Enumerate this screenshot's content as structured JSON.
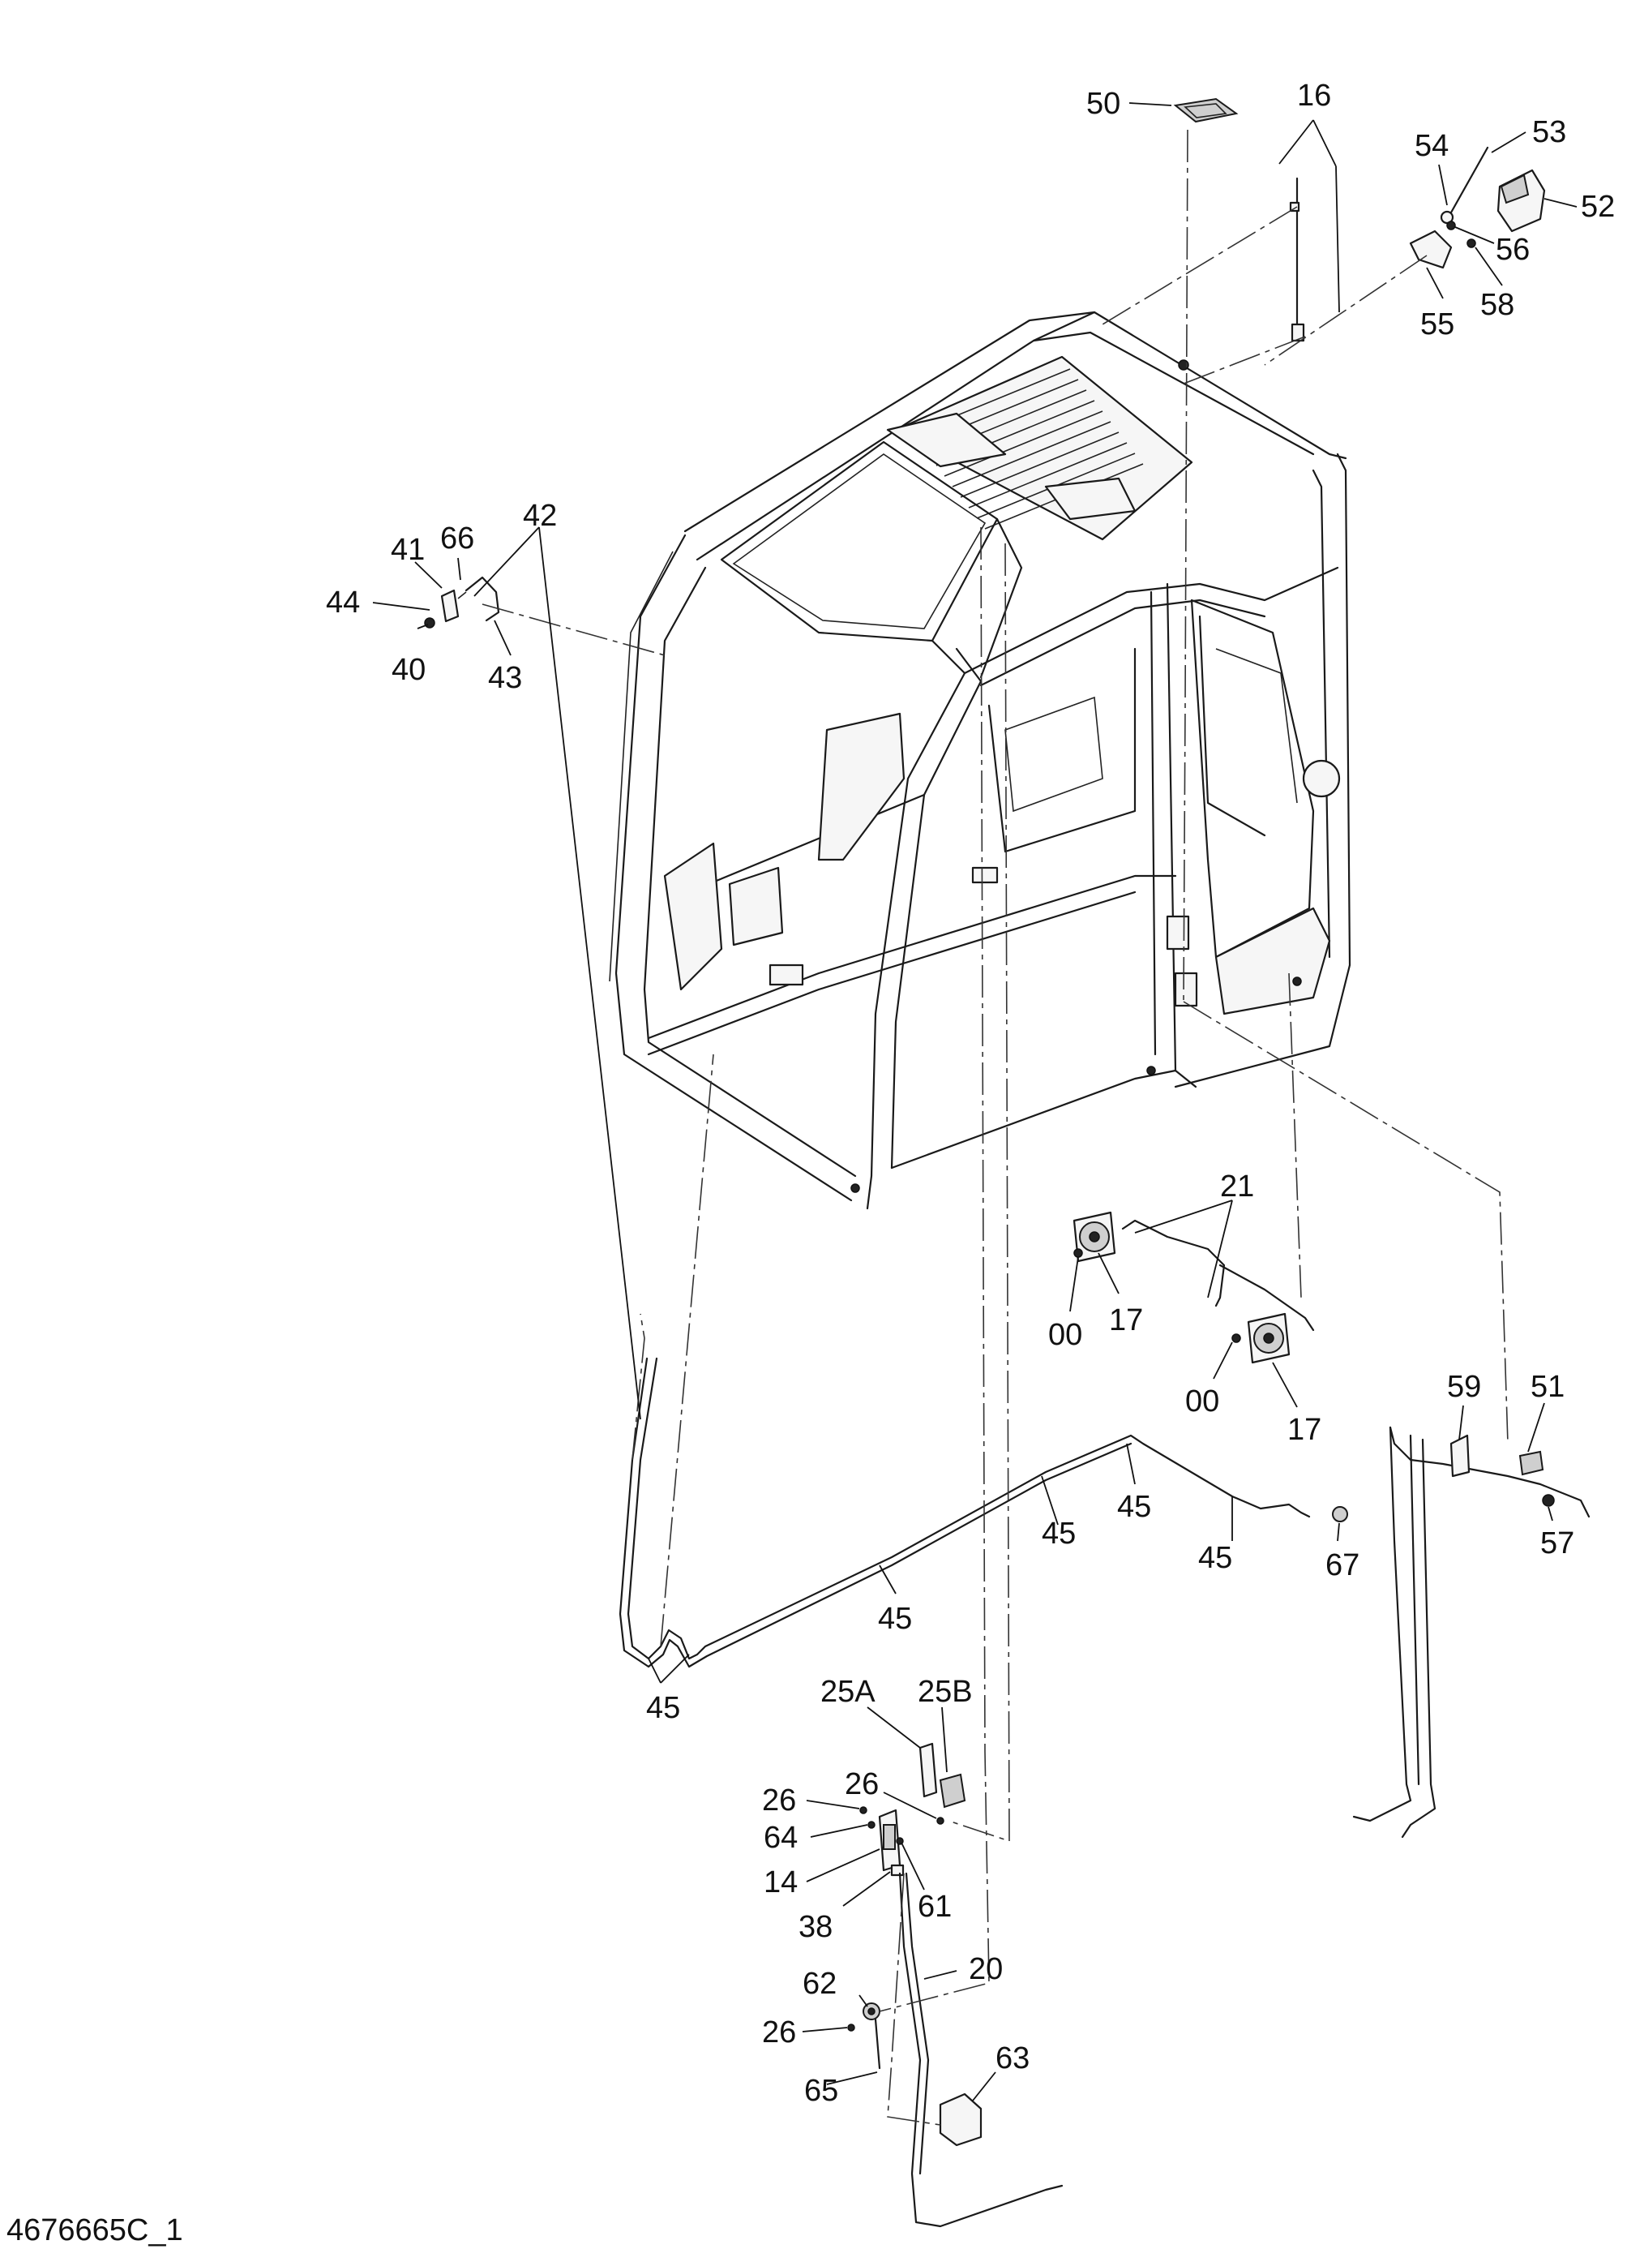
{
  "drawing_code": "4676665C_1",
  "callouts": {
    "c50": "50",
    "c16": "16",
    "c54": "54",
    "c53": "53",
    "c52": "52",
    "c56": "56",
    "c55": "55",
    "c58": "58",
    "c42": "42",
    "c41": "41",
    "c66": "66",
    "c44": "44",
    "c40": "40",
    "c43": "43",
    "c21": "21",
    "c17a": "17",
    "c00a": "00",
    "c00b": "00",
    "c17b": "17",
    "c59": "59",
    "c51": "51",
    "c57": "57",
    "c45a": "45",
    "c45b": "45",
    "c45c": "45",
    "c45d": "45",
    "c45e": "45",
    "c67": "67",
    "c25A": "25A",
    "c25B": "25B",
    "c26a": "26",
    "c26b": "26",
    "c64": "64",
    "c14": "14",
    "c61": "61",
    "c38": "38",
    "c20": "20",
    "c62": "62",
    "c26c": "26",
    "c65": "65",
    "c63": "63"
  }
}
